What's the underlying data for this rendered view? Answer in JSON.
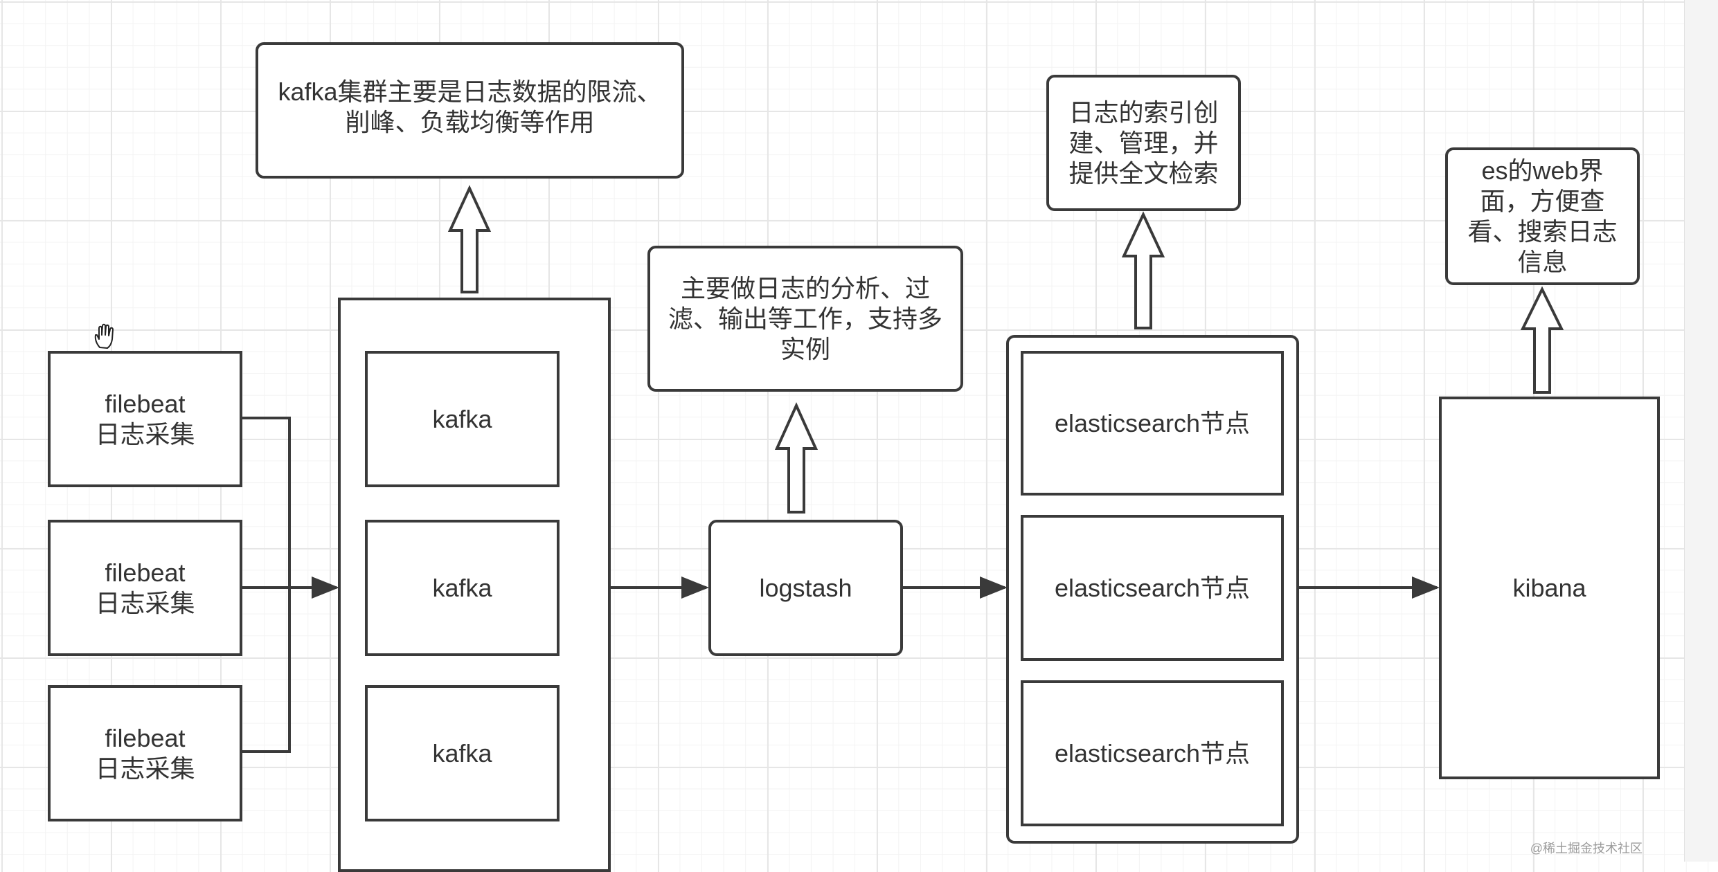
{
  "filebeats": [
    {
      "line1": "filebeat",
      "line2": "日志采集"
    },
    {
      "line1": "filebeat",
      "line2": "日志采集"
    },
    {
      "line1": "filebeat",
      "line2": "日志采集"
    }
  ],
  "kafka": {
    "nodes": [
      "kafka",
      "kafka",
      "kafka"
    ],
    "note": {
      "line1": "kafka集群主要是日志数据的限流、",
      "line2": "削峰、负载均衡等作用"
    }
  },
  "logstash": {
    "label": "logstash",
    "note": {
      "line1": "主要做日志的分析、过",
      "line2": "滤、输出等工作，支持多",
      "line3": "实例"
    }
  },
  "elasticsearch": {
    "nodes": [
      "elasticsearch节点",
      "elasticsearch节点",
      "elasticsearch节点"
    ],
    "note": {
      "line1": "日志的索引创",
      "line2": "建、管理，并",
      "line3": "提供全文检索"
    }
  },
  "kibana": {
    "label": "kibana",
    "note": {
      "line1": "es的web界",
      "line2": "面，方便查",
      "line3": "看、搜索日志",
      "line4": "信息"
    }
  },
  "watermark": "@稀土掘金技术社区",
  "colors": {
    "stroke": "#3a3a3a",
    "grid": "#e6e6e6",
    "background": "#ffffff"
  }
}
